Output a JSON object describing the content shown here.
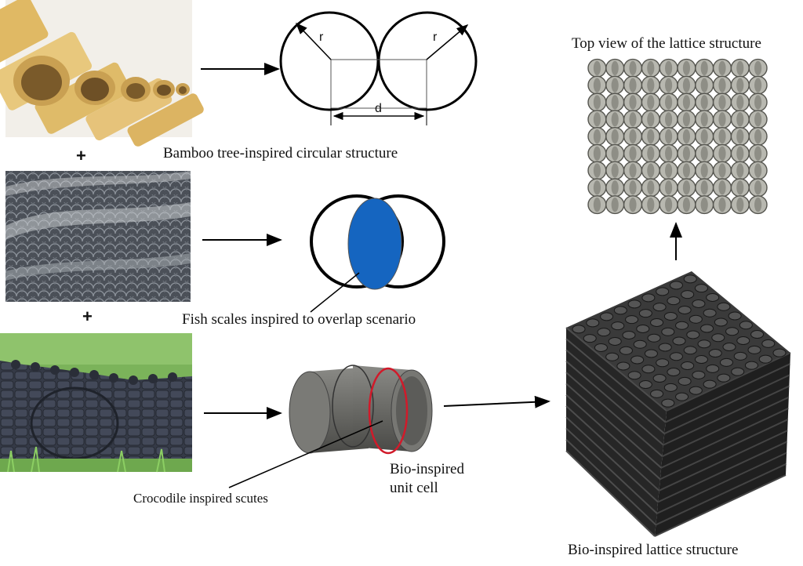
{
  "labels": {
    "bamboo_caption": "Bamboo tree-inspired circular structure",
    "fish_caption": "Fish scales inspired to overlap scenario",
    "crocodile_caption": "Crocodile inspired  scutes",
    "unit_cell_line1": "Bio-inspired",
    "unit_cell_line2": "unit cell",
    "top_view_caption": "Top view of the lattice structure",
    "lattice_caption": "Bio-inspired lattice structure",
    "radius_left": "r",
    "radius_right": "r",
    "distance": "d",
    "plus_1": "+",
    "plus_2": "+"
  },
  "colors": {
    "bamboo": "#e3c27a",
    "fish_scale": "#5a6068",
    "crocodile_skin": "#3a3f4c",
    "grass": "#6aa44a",
    "overlap_fill": "#1565c0",
    "unit_cell_ring": "#d11a2a",
    "lattice_dark": "#2b2b2b",
    "top_view_ring": "#8a8a84"
  }
}
